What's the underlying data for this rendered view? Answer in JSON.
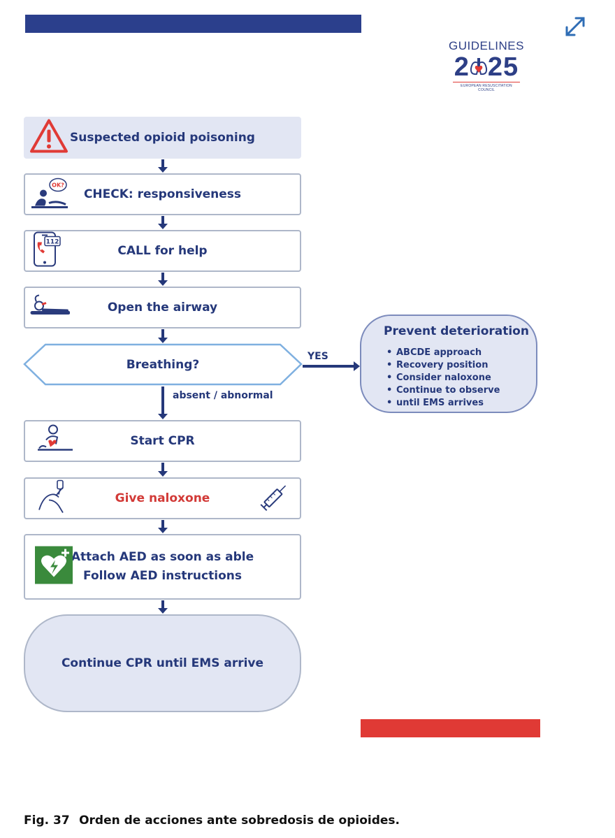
{
  "logo": {
    "line1": "GUIDELINES",
    "year_left": "2",
    "year_right": "25",
    "org": "EUROPEAN RESUSCITATION COUNCIL"
  },
  "steps": {
    "suspected": "Suspected opioid poisoning",
    "check": "CHECK: responsiveness",
    "call": "CALL for help",
    "airway": "Open the airway",
    "breathing": "Breathing?",
    "cpr": "Start CPR",
    "naloxone": "Give naloxone",
    "aed_line1": "Attach AED as soon as able",
    "aed_line2": "Follow AED instructions",
    "continue": "Continue CPR until EMS arrive"
  },
  "branches": {
    "yes": "YES",
    "absent": "absent / abnormal"
  },
  "side": {
    "title": "Prevent deterioration",
    "items": [
      "ABCDE approach",
      "Recovery position",
      "Consider naloxone",
      "Continue to observe",
      "until EMS arrives"
    ]
  },
  "icon_text": {
    "okay_bubble": "OK?",
    "phone_number": "112"
  },
  "icons": [
    "warning-icon",
    "check-person-icon",
    "phone-icon",
    "airway-icon",
    "cpr-icon",
    "naloxone-nasal-icon",
    "syringe-icon",
    "aed-icon",
    "expand-icon"
  ],
  "colors": {
    "navy": "#2b3f8c",
    "red": "#e03a35",
    "box_fill": "#e2e6f3",
    "aed_green": "#3a8a3c",
    "naloxone_text": "#d23a37"
  },
  "caption": {
    "label": "Fig. 37",
    "text": "Orden de acciones ante sobredosis de opioides."
  }
}
